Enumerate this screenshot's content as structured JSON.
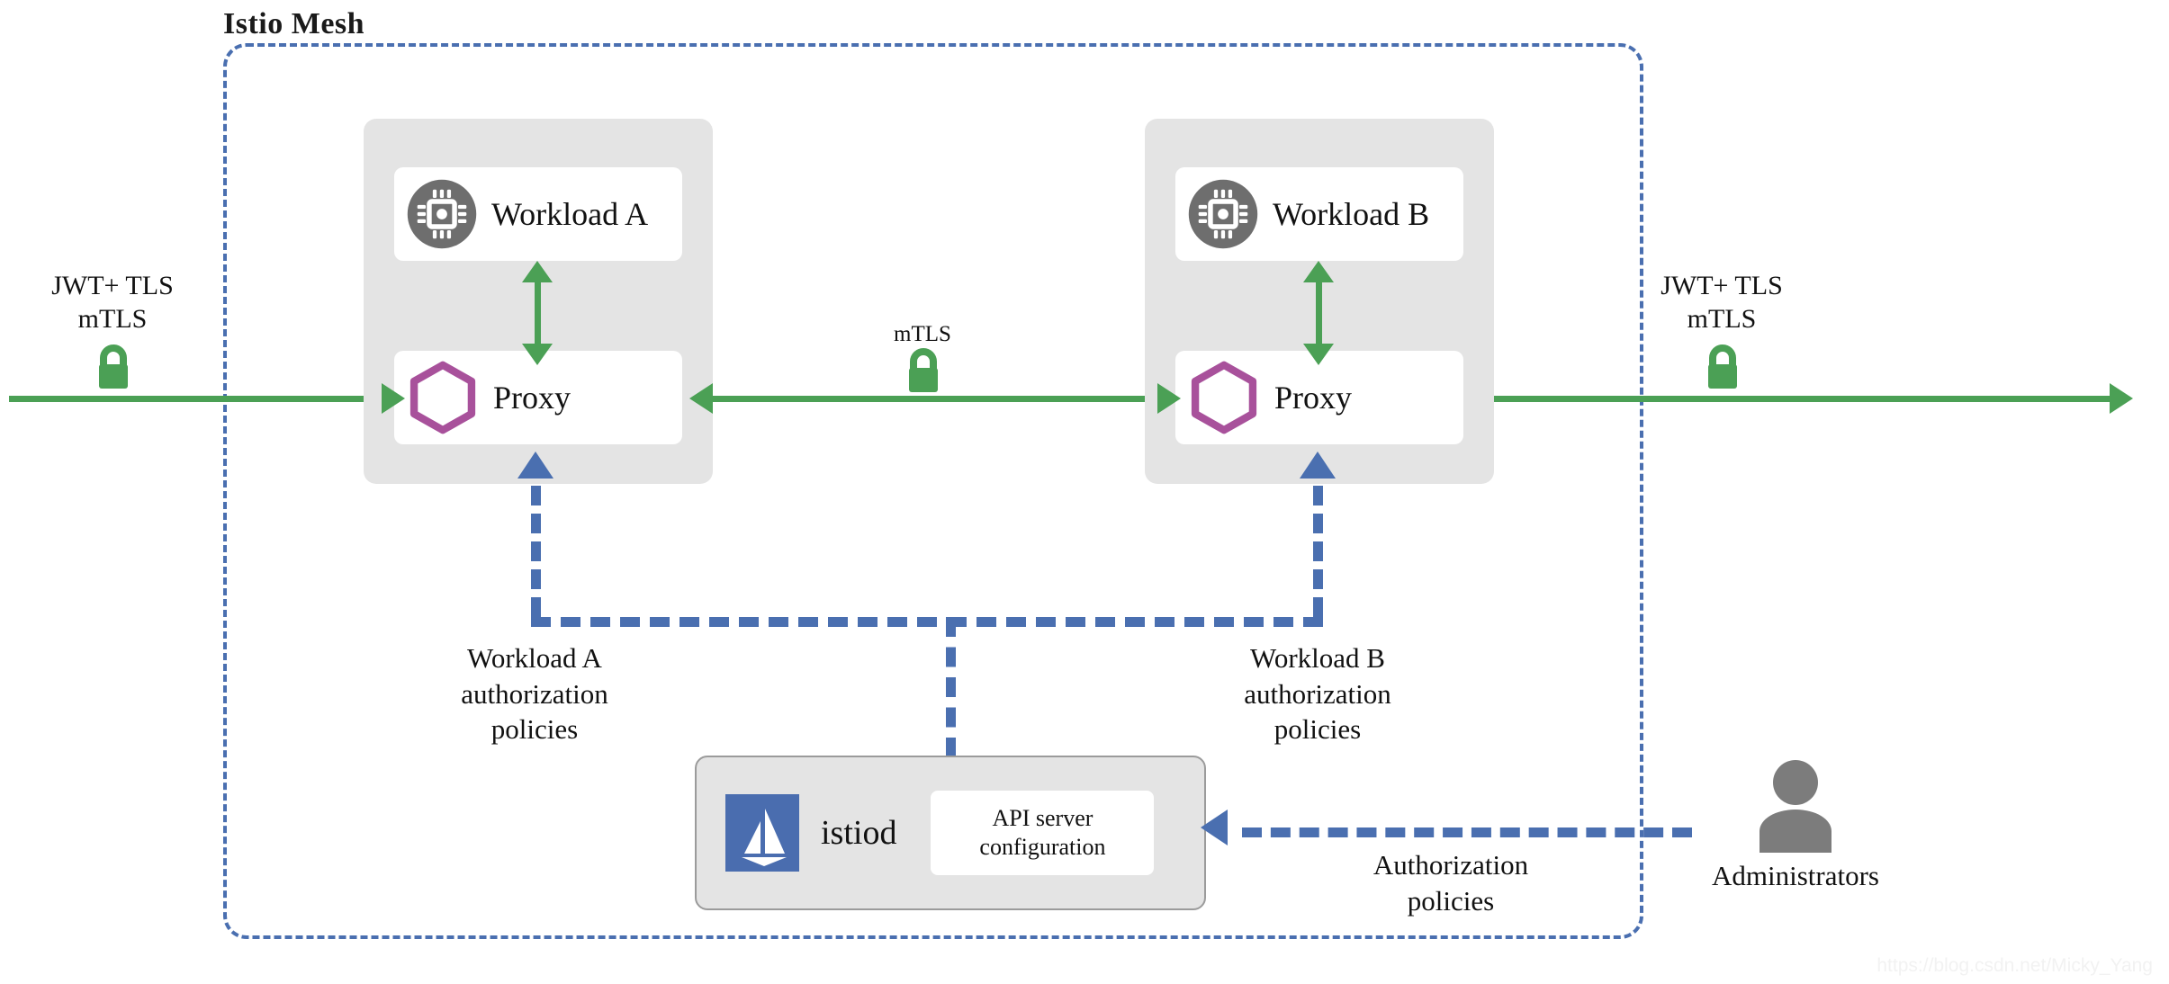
{
  "diagram": {
    "title": "Istio Mesh",
    "watermark": "https://blog.csdn.net/Micky_Yang"
  },
  "pods": [
    {
      "id": "pod-a",
      "workload_label": "Workload A",
      "workload_icon": "cpu-chip-icon",
      "proxy_label": "Proxy",
      "proxy_icon": "hexagon-icon"
    },
    {
      "id": "pod-b",
      "workload_label": "Workload B",
      "workload_icon": "cpu-chip-icon",
      "proxy_label": "Proxy",
      "proxy_icon": "hexagon-icon"
    }
  ],
  "traffic": {
    "ingress_label": "JWT+ TLS\nmTLS",
    "egress_label": "JWT+ TLS\nmTLS",
    "internal_label": "mTLS",
    "lock_icon": "padlock-icon",
    "line_color": "#4ba055"
  },
  "control_plane": {
    "istiod_name": "istiod",
    "istiod_icon": "istio-sail-icon",
    "apiserver_label": "API server\nconfiguration",
    "policy_a": "Workload A\nauthorization\npolicies",
    "policy_b": "Workload B\nauthorization\npolicies",
    "admin_policy_label": "Authorization\npolicies",
    "line_color": "#4a6fb0"
  },
  "actors": {
    "admin_label": "Administrators",
    "admin_icon": "person-icon"
  }
}
